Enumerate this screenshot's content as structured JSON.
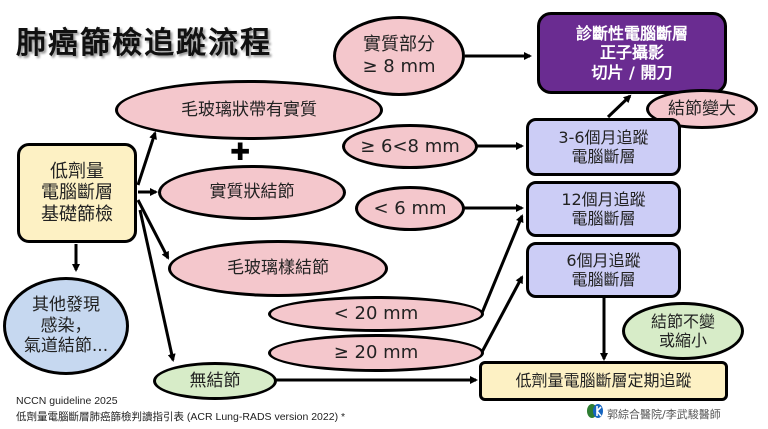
{
  "title": "肺癌篩檢追蹤流程",
  "nodes": {
    "start": "低劑量\n電腦斷層\n基礎篩檢",
    "other_findings": "其他發現\n感染，\n氣道結節...",
    "part_solid": "毛玻璃狀帶有實質",
    "plus_symbol": "✚",
    "solid": "實質狀結節",
    "ggn": "毛玻璃樣結節",
    "no_nodule": "無結節",
    "solid_ge8": "實質部分\n≥ 8 mm",
    "range_6_8": "≥ 6<8 mm",
    "lt6": "< 6 mm",
    "lt20": "< 20 mm",
    "ge20": "≥ 20 mm",
    "diagnostic": "診斷性電腦斷層\n正子攝影\n切片 / 開刀",
    "enlarged": "結節變大",
    "followup_3_6": "3-6個月追蹤\n電腦斷層",
    "followup_12": "12個月追蹤\n電腦斷層",
    "followup_6": "6個月追蹤\n電腦斷層",
    "stable": "結節不變\n或縮小",
    "routine": "低劑量電腦斷層定期追蹤"
  },
  "footer": {
    "line1": "NCCN guideline 2025",
    "line2": "低劑量電腦斷層肺癌篩檢判讀指引表 (ACR Lung-RADS version 2022) *",
    "credit": "郭綜合醫院/李武駿醫師",
    "logo": "hospital-logo"
  },
  "colors": {
    "pink": "#f4c7cc",
    "green": "#d7ecc8",
    "blue": "#c6d8f0",
    "lavender": "#cccdf6",
    "yellow": "#fdf1c4",
    "purple": "#6a2c91"
  }
}
